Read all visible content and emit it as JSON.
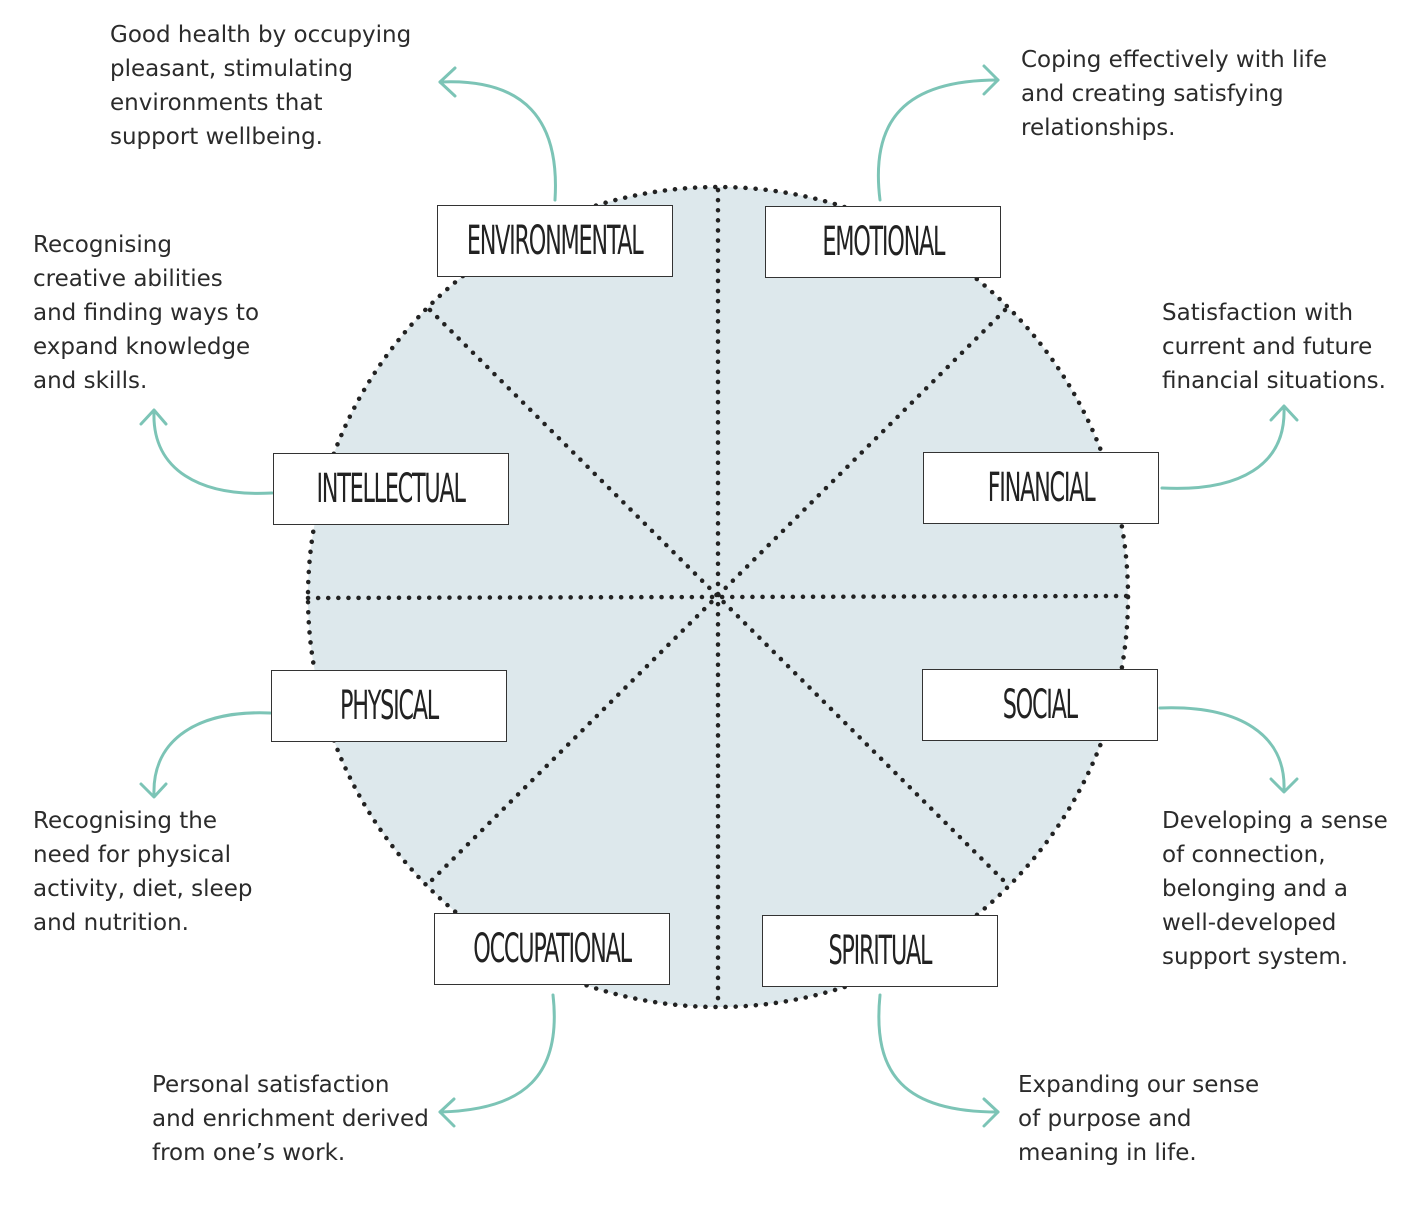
{
  "colors": {
    "wheel_fill": "#dde8ec",
    "dots": "#222222",
    "arrow": "#7cc4b6",
    "box_border": "#333333",
    "text": "#2b2b2b"
  },
  "dimensions": [
    {
      "id": "environmental",
      "label": "ENVIRONMENTAL",
      "description": [
        "Good health by occupying",
        "pleasant, stimulating",
        "environments that",
        "support wellbeing."
      ]
    },
    {
      "id": "emotional",
      "label": "EMOTIONAL",
      "description": [
        "Coping effectively with life",
        "and creating satisfying",
        "relationships."
      ]
    },
    {
      "id": "intellectual",
      "label": "INTELLECTUAL",
      "description": [
        "Recognising",
        "creative abilities",
        "and finding ways to",
        "expand knowledge",
        "and skills."
      ]
    },
    {
      "id": "financial",
      "label": "FINANCIAL",
      "description": [
        "Satisfaction with",
        "current and future",
        "financial situations."
      ]
    },
    {
      "id": "physical",
      "label": "PHYSICAL",
      "description": [
        "Recognising the",
        "need for physical",
        "activity, diet, sleep",
        "and nutrition."
      ]
    },
    {
      "id": "social",
      "label": "SOCIAL",
      "description": [
        "Developing a sense",
        "of connection,",
        "belonging and a",
        "well-developed",
        "support system."
      ]
    },
    {
      "id": "occupational",
      "label": "OCCUPATIONAL",
      "description": [
        "Personal satisfaction",
        "and enrichment derived",
        "from one’s work."
      ]
    },
    {
      "id": "spiritual",
      "label": "SPIRITUAL",
      "description": [
        "Expanding our sense",
        "of purpose and",
        "meaning in life."
      ]
    }
  ]
}
